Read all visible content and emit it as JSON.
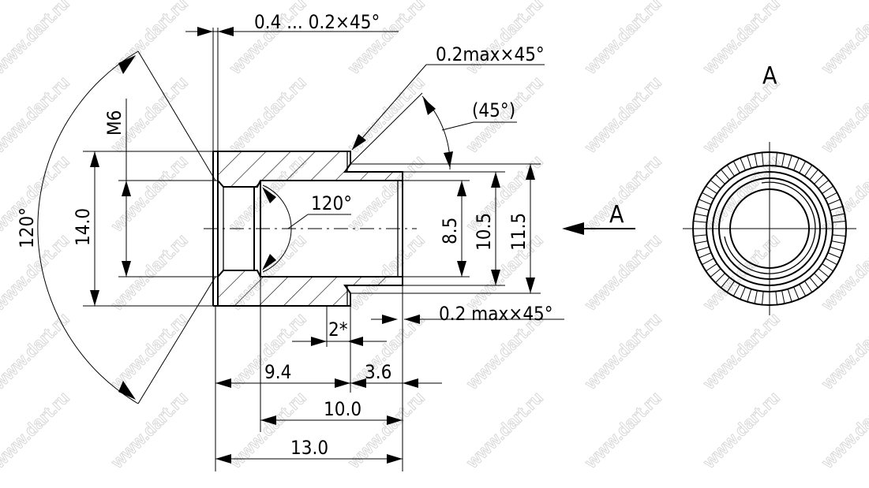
{
  "watermark": "www.dart.ru",
  "dimensions": {
    "chamfer_left": "0.4 ... 0.2×45°",
    "chamfer_top": "0.2max×45°",
    "angle_45": "(45°)",
    "thread": "M6",
    "outer_diameter": "14.0",
    "angle_outer": "120°",
    "angle_inner": "120°",
    "d_bore": "8.5",
    "d_knurl": "10.5",
    "d_step": "11.5",
    "groove": "2*",
    "chamfer_bottom": "0.2 max×45°",
    "len_head": "9.4",
    "len_knurl": "3.6",
    "len_bore": "10.0",
    "len_total": "13.0"
  },
  "view": {
    "arrow_label": "A",
    "view_label": "A"
  }
}
